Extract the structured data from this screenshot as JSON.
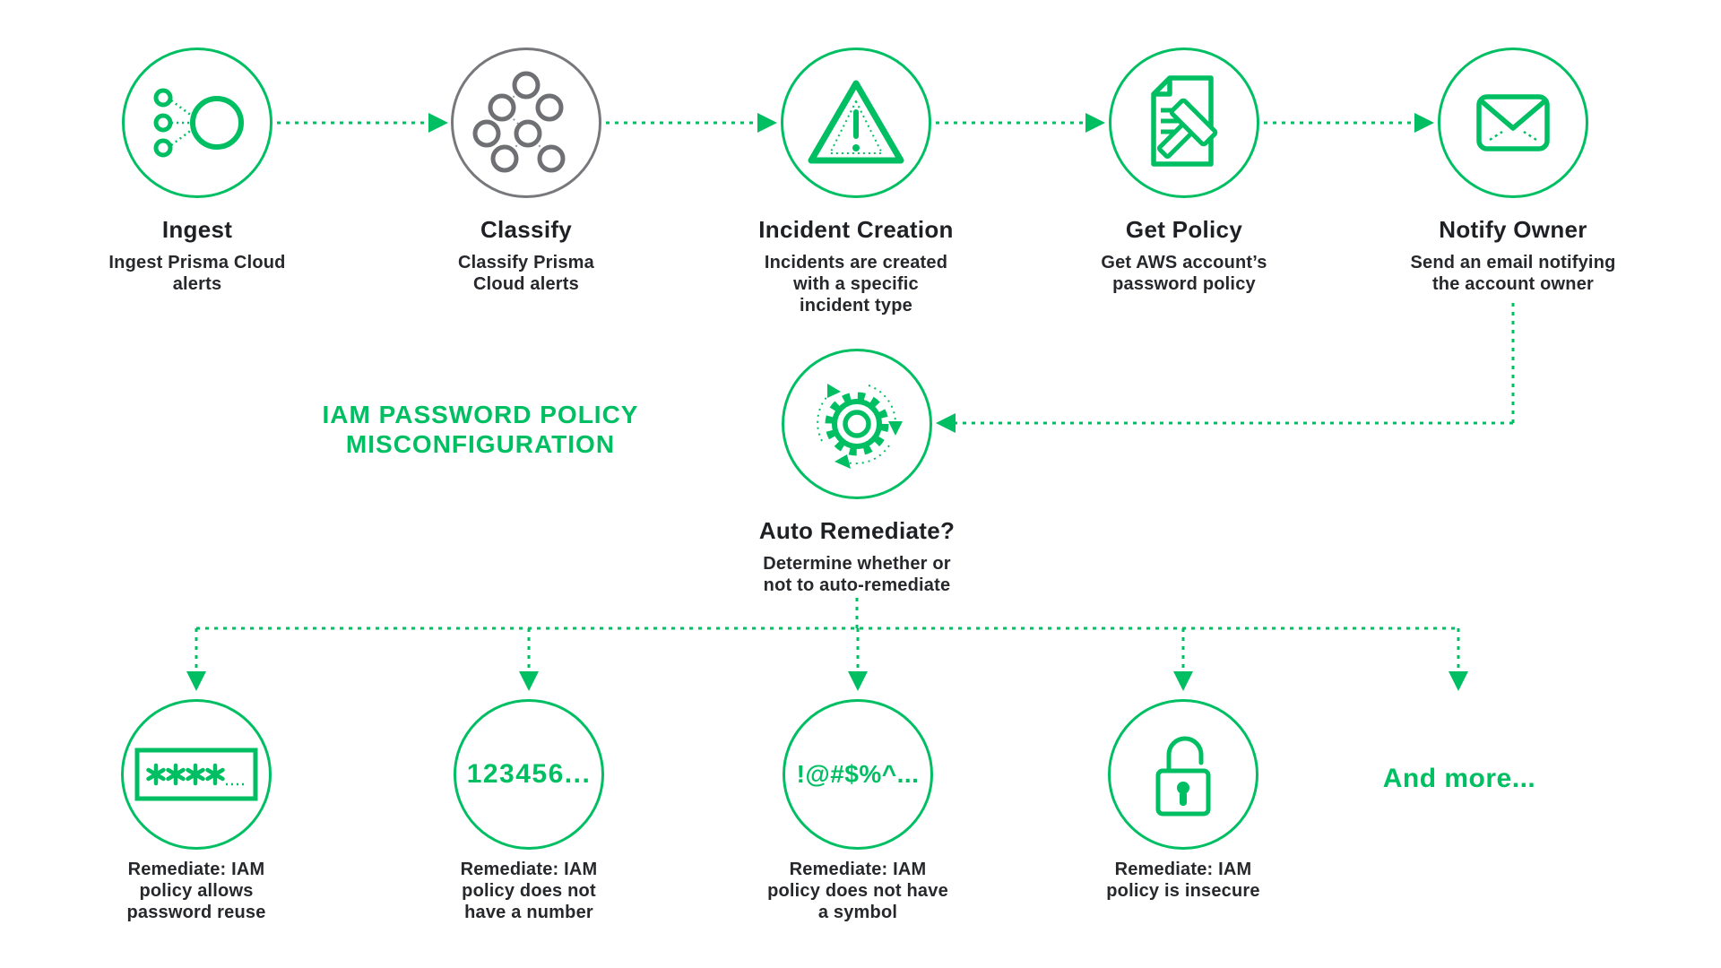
{
  "colors": {
    "green": "#00BF63",
    "gray_circle": "#77787B",
    "text_dark": "#26282B"
  },
  "flow_title": "IAM PASSWORD POLICY\nMISCONFIGURATION",
  "top_steps": [
    {
      "title": "Ingest",
      "desc": "Ingest Prisma Cloud\nalerts",
      "icon": "ingest-sources-icon"
    },
    {
      "title": "Classify",
      "desc": "Classify Prisma\nCloud alerts",
      "icon": "classify-cluster-icon"
    },
    {
      "title": "Incident Creation",
      "desc": "Incidents are created\nwith a specific\nincident type",
      "icon": "warning-triangle-icon"
    },
    {
      "title": "Get Policy",
      "desc": "Get AWS account’s\npassword policy",
      "icon": "policy-document-gavel-icon"
    },
    {
      "title": "Notify Owner",
      "desc": "Send an email notifying\nthe account owner",
      "icon": "email-envelope-icon"
    }
  ],
  "decision": {
    "title": "Auto Remediate?",
    "desc": "Determine whether or\nnot to auto-remediate",
    "icon": "gear-rotation-icon"
  },
  "remediations": [
    {
      "label": "Remediate: IAM\npolicy allows\npassword reuse",
      "icon": "password-field-asterisks-icon"
    },
    {
      "label": "Remediate: IAM\npolicy does not\nhave a number",
      "icon_text": "123456..."
    },
    {
      "label": "Remediate: IAM\npolicy does not have\na symbol",
      "icon_text": "!@#$%^..."
    },
    {
      "label": "Remediate: IAM\npolicy is insecure",
      "icon": "open-padlock-icon"
    },
    {
      "more_label": "And more..."
    }
  ]
}
